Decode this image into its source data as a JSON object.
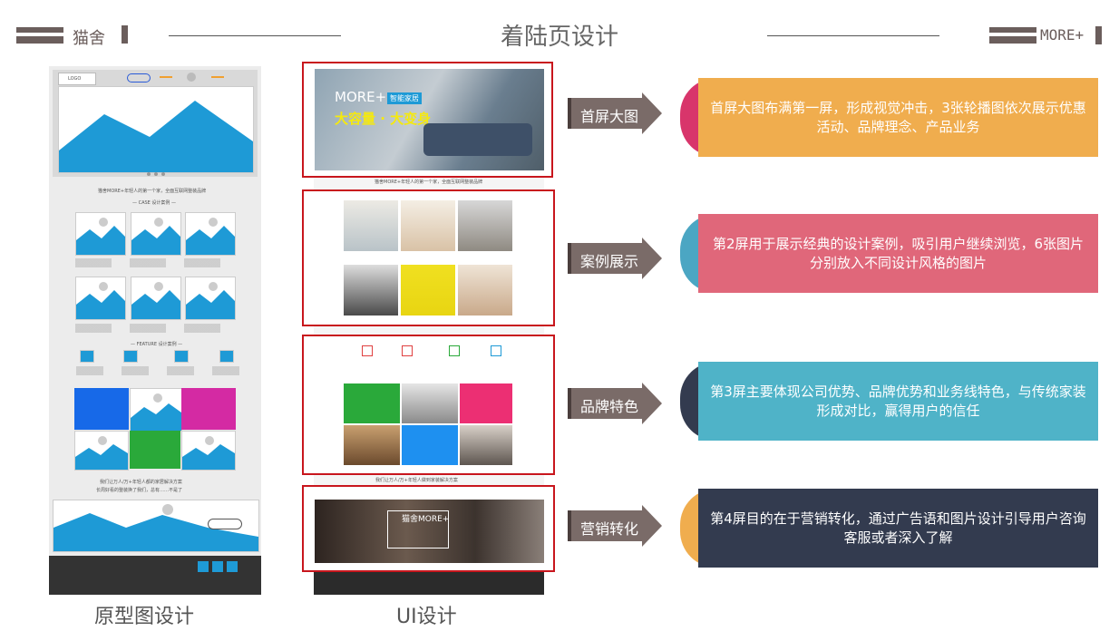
{
  "header": {
    "left_brand": "猫舍",
    "title": "着陆页设计",
    "right_brand": "MORE+"
  },
  "prototype": {
    "logo": "LOGO",
    "section_title": "猫舍MORE+年轻人的第一个家，全面互联网整装品牌",
    "case_title": "— CASE 设计案例 —",
    "feature_title": "— FEATURE 设计案例 —",
    "footer_text_1": "我们让万人/万+年轻人都的家居解决方案",
    "footer_text_2": "长周好看的整装换了我们，总有……不是了"
  },
  "ui": {
    "banner_brand": "MORE+",
    "banner_tag": "智能家居",
    "banner_headline": "大容量 · 大变身",
    "banner_caption": "猫舍MORE+年轻人的第一个家，全面互联网整装品牌",
    "footer_caption": "我们让万人/万+年轻人做到家装解决方案",
    "marketing_text": "猫舍MORE+"
  },
  "steps": [
    {
      "label": "首屏大图",
      "color": "#f0ad4e",
      "cap": "#d8356b",
      "text": "首屏大图布满第一屏，形成视觉冲击，3张轮播图依次展示优惠活动、品牌理念、产品业务"
    },
    {
      "label": "案例展示",
      "color": "#e0677a",
      "cap": "#4ba6c3",
      "text": "第2屏用于展示经典的设计案例，吸引用户继续浏览，6张图片分别放入不同设计风格的图片"
    },
    {
      "label": "品牌特色",
      "color": "#4fb3c8",
      "cap": "#333b4f",
      "text": "第3屏主要体现公司优势、品牌优势和业务线特色，与传统家装形成对比，赢得用户的信任"
    },
    {
      "label": "营销转化",
      "color": "#333b4f",
      "cap": "#f0ad4e",
      "text": "第4屏目的在于营销转化，通过广告语和图片设计引导用户咨询客服或者深入了解"
    }
  ],
  "bottom": {
    "prototype_label": "原型图设计",
    "ui_label": "UI设计"
  }
}
